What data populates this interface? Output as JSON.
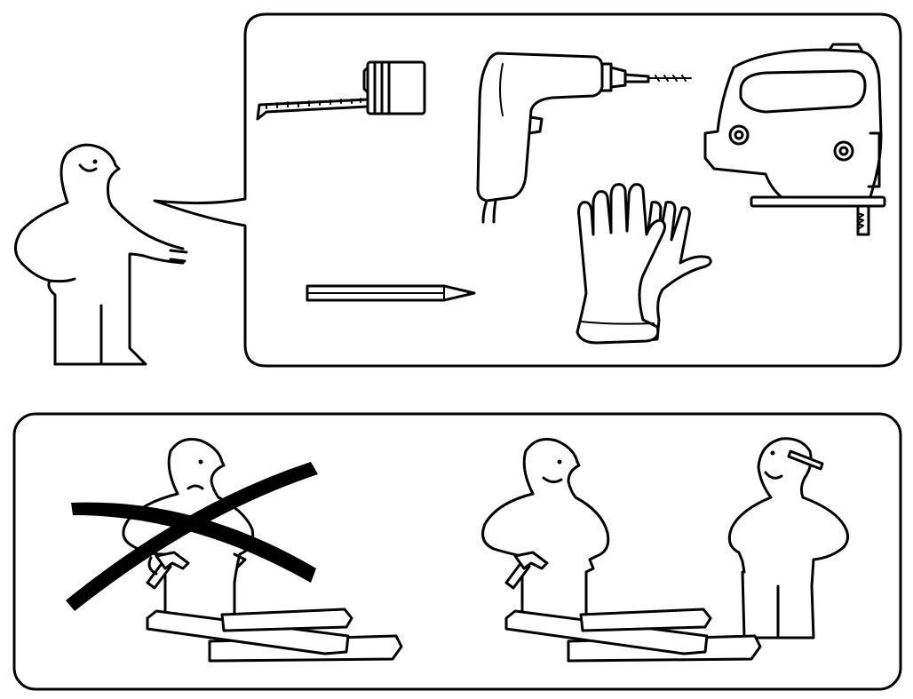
{
  "illustration": {
    "top_panel": {
      "tools": [
        {
          "name": "tape-measure-icon"
        },
        {
          "name": "drill-icon"
        },
        {
          "name": "jigsaw-icon"
        },
        {
          "name": "pencil-icon"
        },
        {
          "name": "gloves-icon"
        }
      ]
    },
    "bottom_panel": {
      "wrong_way": {
        "people": 1,
        "marked_with": "cross"
      },
      "right_way": {
        "people": 2
      }
    }
  },
  "colors": {
    "ink": "#000000",
    "background": "#ffffff"
  }
}
